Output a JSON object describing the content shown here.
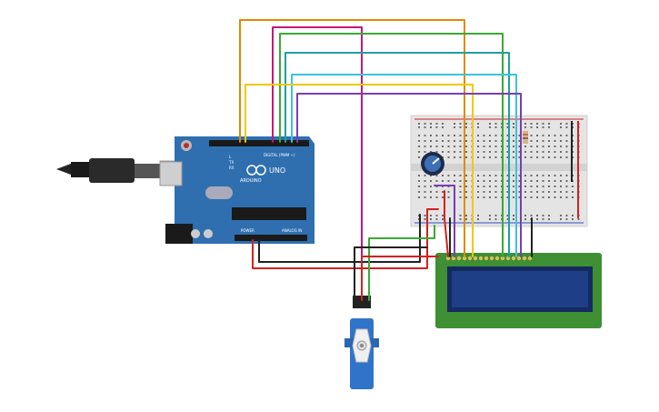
{
  "arduino": {
    "brand": "ARDUINO",
    "model": "UNO",
    "digital_label": "DIGITAL (PWM ~)",
    "power_label": "POWER",
    "analog_label": "ANALOG IN",
    "tx_label": "TX",
    "rx_label": "RX",
    "l_label": "L"
  },
  "colors": {
    "board": "#2f6fb0",
    "breadboard": "#e4e4e4",
    "lcd_frame": "#3f8f34",
    "lcd_screen": "#1e3f86",
    "servo": "#2f74c9",
    "wire_orange": "#e08a00",
    "wire_magenta": "#c2177a",
    "wire_green": "#3aaa35",
    "wire_teal": "#1fa0a0",
    "wire_cyan": "#3cc2dc",
    "wire_yellow": "#f0c800",
    "wire_purple": "#7a3db0",
    "wire_red": "#d42020",
    "wire_black": "#222222"
  },
  "icons": [
    "usb-plug-icon",
    "arduino-logo-icon",
    "reset-button-icon",
    "potentiometer-icon",
    "resistor-icon",
    "servo-horn-icon"
  ]
}
